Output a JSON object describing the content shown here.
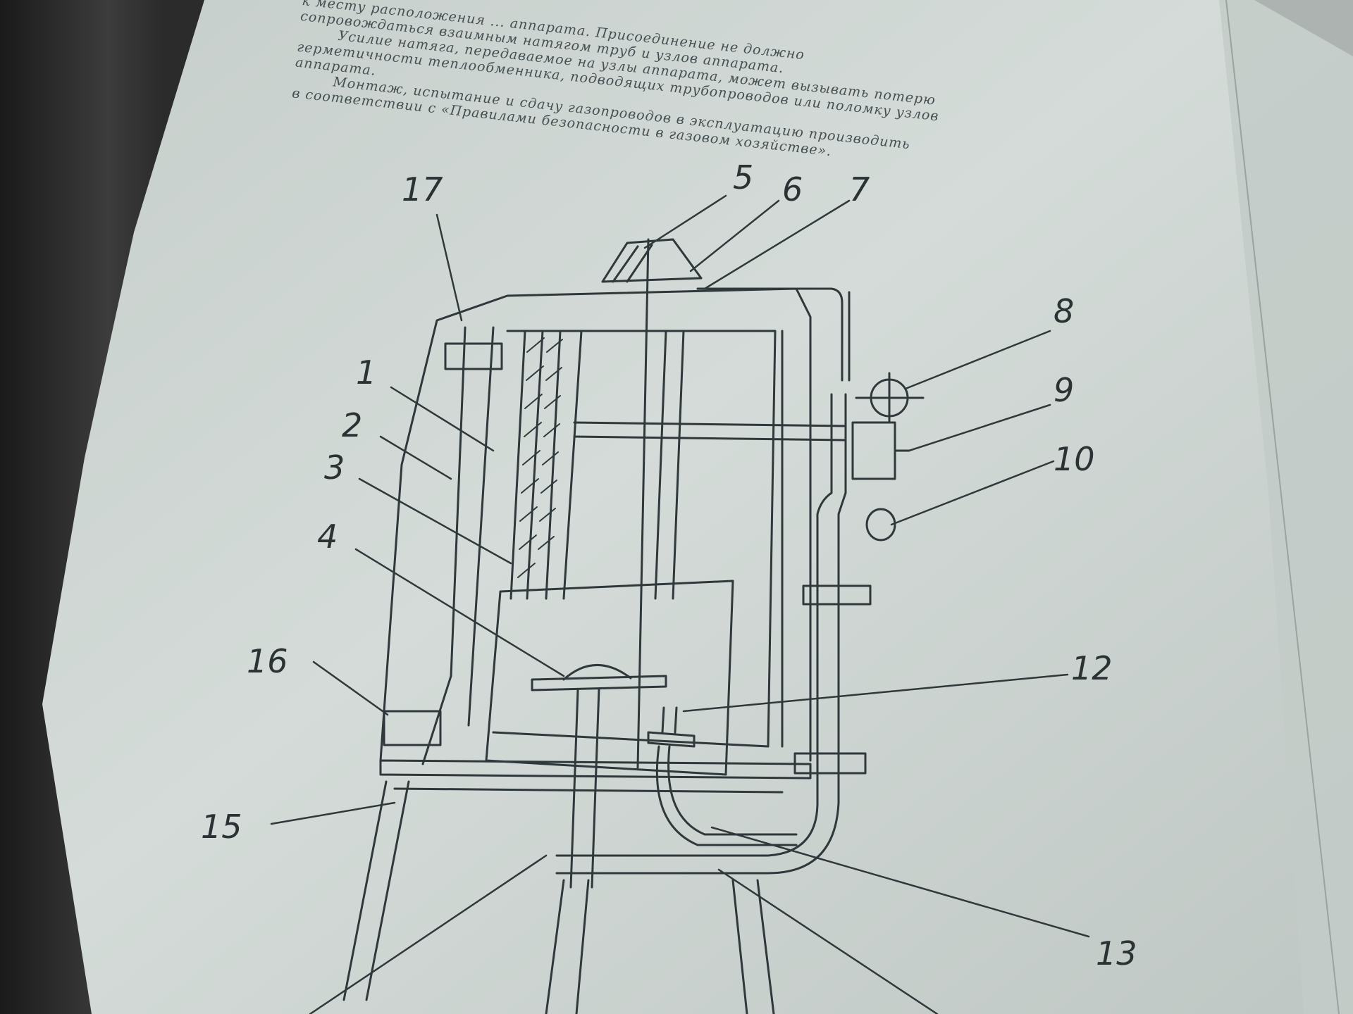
{
  "text_lines": [
    "к месту расположения ... аппарата. Присоединение не должно",
    "сопровождаться взаимным натягом труб и узлов аппарата.",
    "Усилие натяга, передаваемое на узлы аппарата, может вызывать потерю",
    "герметичности теплообменника, подводящих трубопроводов или поломку узлов",
    "аппарата.",
    "Монтаж, испытание и сдачу газопроводов в эксплуатацию производить",
    "в соответствии с «Правилами безопасности в газовом хозяйстве»."
  ],
  "callouts": [
    "1",
    "2",
    "3",
    "4",
    "5",
    "6",
    "7",
    "8",
    "9",
    "10",
    "12",
    "13",
    "15",
    "16",
    "17"
  ],
  "colors": {
    "paper": "#cfd6d3",
    "paper_shadow": "#b7bfbb",
    "ink": "#2f383a",
    "background": "#2b2b2b"
  }
}
